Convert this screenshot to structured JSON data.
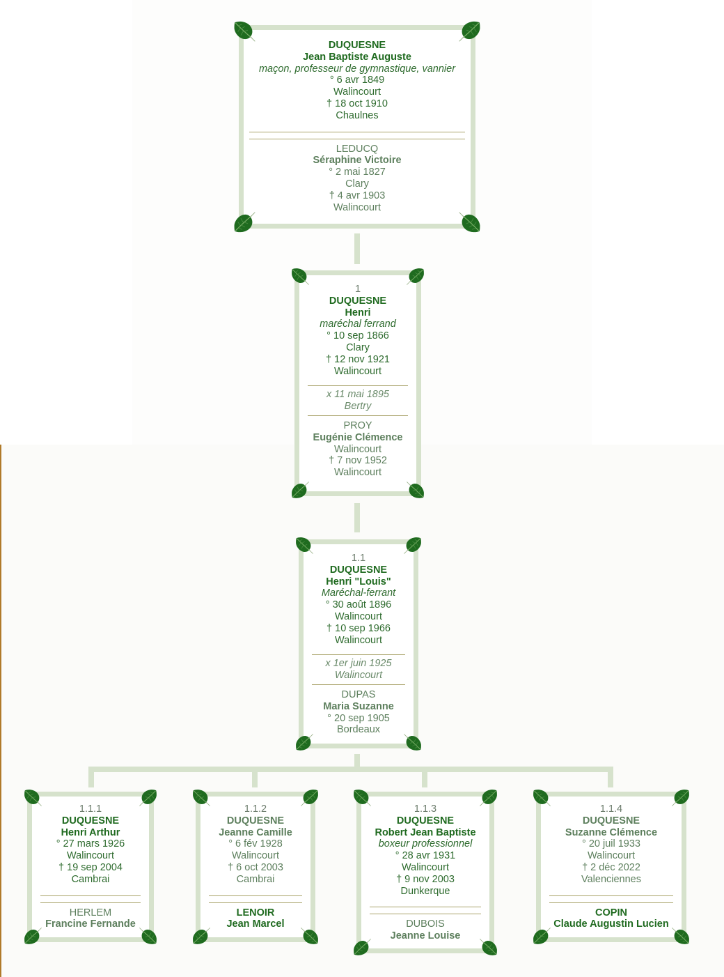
{
  "root": {
    "surname": "DUQUESNE",
    "given": "Jean Baptiste Auguste",
    "occupation": "maçon, professeur de gymnastique, vannier",
    "birth": "° 6 avr 1849",
    "birth_place": "Walincourt",
    "death": "† 18 oct 1910",
    "death_place": "Chaulnes",
    "spouse": {
      "surname": "LEDUCQ",
      "given": "Séraphine Victoire",
      "birth": "° 2 mai 1827",
      "birth_place": "Clary",
      "death": "† 4 avr 1903",
      "death_place": "Walincourt"
    }
  },
  "gen1": {
    "number": "1",
    "surname": "DUQUESNE",
    "given": "Henri",
    "occupation": "maréchal ferrand",
    "birth": "° 10 sep 1866",
    "birth_place": "Clary",
    "death": "† 12 nov 1921",
    "death_place": "Walincourt",
    "marriage": "x 11 mai 1895",
    "marriage_place": "Bertry",
    "spouse": {
      "surname": "PROY",
      "given": "Eugénie Clémence",
      "birth_place": "Walincourt",
      "death": "† 7 nov 1952",
      "death_place": "Walincourt"
    }
  },
  "gen2": {
    "number": "1.1",
    "surname": "DUQUESNE",
    "given": "Henri \"Louis\"",
    "occupation": "Maréchal-ferrant",
    "birth": "° 30 août 1896",
    "birth_place": "Walincourt",
    "death": "† 10 sep 1966",
    "death_place": "Walincourt",
    "marriage": "x 1er juin 1925",
    "marriage_place": "Walincourt",
    "spouse": {
      "surname": "DUPAS",
      "given": "Maria Suzanne",
      "birth": "° 20 sep 1905",
      "birth_place": "Bordeaux"
    }
  },
  "children": [
    {
      "number": "1.1.1",
      "surname": "DUQUESNE",
      "given": "Henri Arthur",
      "birth": "° 27 mars 1926",
      "birth_place": "Walincourt",
      "death": "† 19 sep 2004",
      "death_place": "Cambrai",
      "spouse_surname": "HERLEM",
      "spouse_given": "Francine Fernande"
    },
    {
      "number": "1.1.2",
      "surname": "DUQUESNE",
      "given": "Jeanne Camille",
      "birth": "° 6 fév 1928",
      "birth_place": "Walincourt",
      "death": "† 6 oct 2003",
      "death_place": "Cambrai",
      "spouse_surname": "LENOIR",
      "spouse_given": "Jean Marcel"
    },
    {
      "number": "1.1.3",
      "surname": "DUQUESNE",
      "given": "Robert Jean Baptiste",
      "occupation": "boxeur professionnel",
      "birth": "° 28 avr 1931",
      "birth_place": "Walincourt",
      "death": "† 9 nov 2003",
      "death_place": "Dunkerque",
      "spouse_surname": "DUBOIS",
      "spouse_given": "Jeanne Louise"
    },
    {
      "number": "1.1.4",
      "surname": "DUQUESNE",
      "given": "Suzanne Clémence",
      "birth": "° 20 juil 1933",
      "birth_place": "Walincourt",
      "death": "† 2 déc 2022",
      "death_place": "Valenciennes",
      "spouse_surname": "COPIN",
      "spouse_given": "Claude Augustin Lucien"
    }
  ],
  "colors": {
    "frame": "#d6e2cc",
    "text_dark_green": "#1f6a1f",
    "text_pale_green": "#5d7f5d",
    "separator": "#a9a36a",
    "leaf": "#1f6b1f"
  },
  "icons": {
    "corner": "leaf-icon"
  }
}
